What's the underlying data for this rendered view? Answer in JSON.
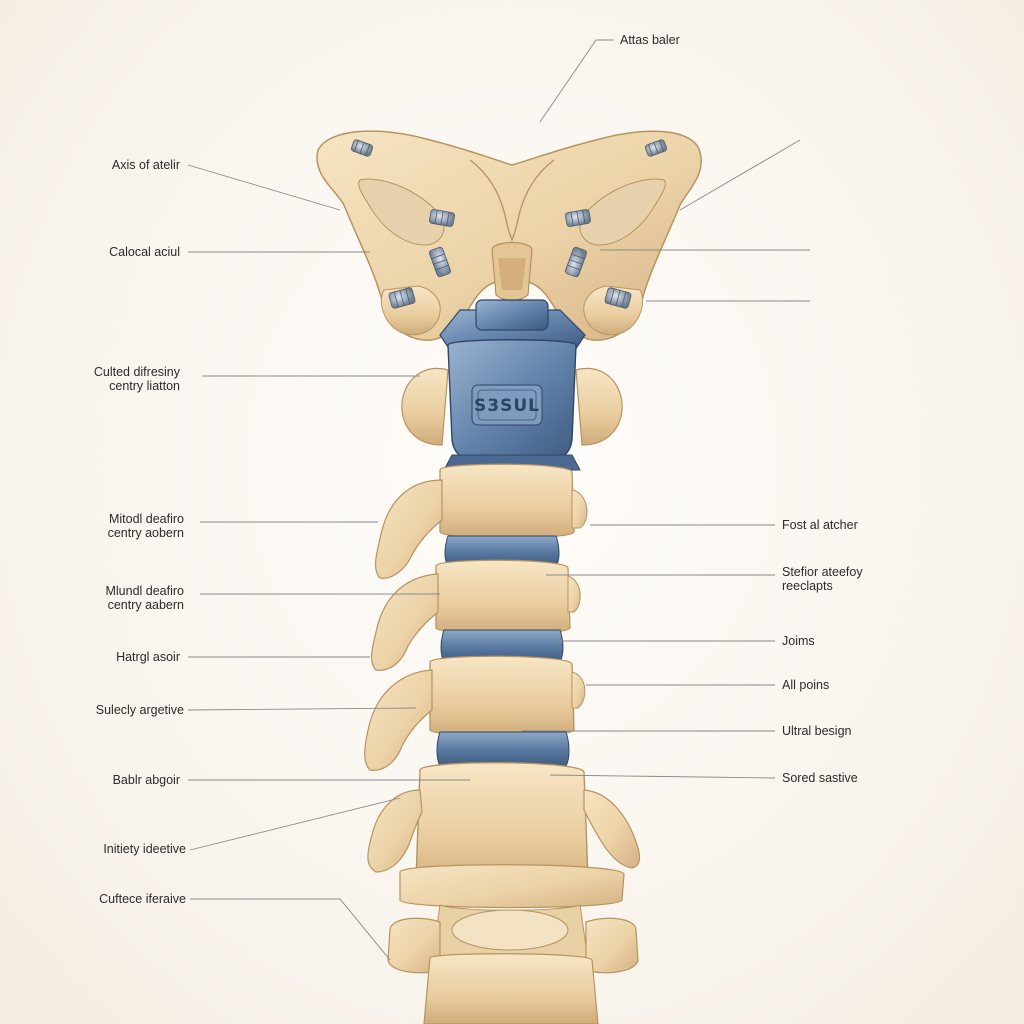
{
  "diagram": {
    "labels": {
      "atlas_baler": "Attas baler",
      "axis_of_atelir": "Axis of atelir",
      "calocal_aciul": "Calocal aciul",
      "culted_difresiny": "Culted difresiny\ncentry liatton",
      "mitodl_deafiro_1": "Mitodl deafiro\ncentry aobern",
      "mlundl_deafiro_2": "Mlundl deafiro\ncentry aabern",
      "hatrgl_asoir": "Hatrgl asoir",
      "sulecly_argetive": "Sulecly argetive",
      "bablr_abgoir": "Bablr abgoir",
      "initiety_ideetive": "Initiety ideetive",
      "cuftece_iferaive": "Cuftece iferaive",
      "fost_al_atcher": "Fost al atcher",
      "stefior_ateefoy": "Stefior ateefoy\nreeclapts",
      "joims": "Joims",
      "all_poins": "All poins",
      "ultral_besign": "Ultral besign",
      "sored_sastive": "Sored sastive"
    },
    "device_plate_text": "S3SUL",
    "colors": {
      "bone": "#ecd3a8",
      "bone_shadow": "#c9a473",
      "bone_dark": "#9c7a4f",
      "implant": "#5f7fa6",
      "implant_dark": "#3e5a80",
      "implant_light": "#8fa9c8",
      "leader": "#8a8a8a"
    }
  }
}
